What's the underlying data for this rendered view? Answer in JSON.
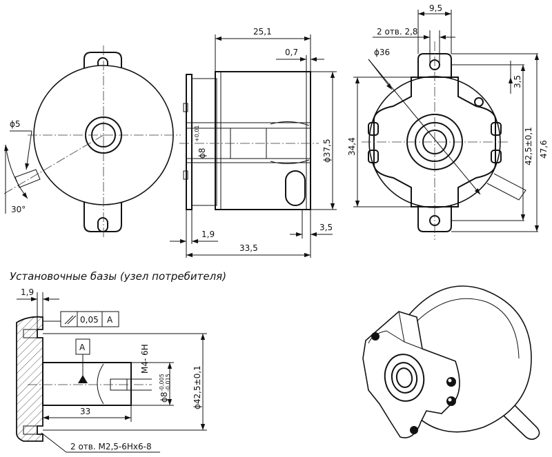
{
  "front_view": {
    "dim_hole": "ϕ5",
    "dim_angle": "30°"
  },
  "side_view": {
    "dim_length_top": "25,1",
    "dim_flange": "0,7",
    "dim_bore": "ϕ8",
    "dim_bore_tol": "+0,01",
    "dim_body_dia": "ϕ37,5",
    "dim_left_step": "1,9",
    "dim_right_step": "3,5",
    "dim_total_length": "33,5"
  },
  "rear_view": {
    "dim_width": "9,5",
    "dim_holes": "2 отв. 2,8",
    "dim_circle": "ϕ36",
    "dim_ear": "3,5",
    "dim_height_inner": "34,4",
    "dim_hole_spacing": "42,5±0,1",
    "dim_height_total": "47,6"
  },
  "mounting": {
    "title": "Установочные базы (узел потребителя)",
    "dim_top": "1,9",
    "tolerance_value": "0,05",
    "datum": "A",
    "datum_label": "A",
    "dim_thread": "М4- 6Н",
    "dim_shaft": "ϕ8",
    "dim_shaft_tol_upper": "-0,005",
    "dim_shaft_tol_lower": "-0,015",
    "dim_pcd": "ϕ42,5±0,1",
    "dim_shaft_len": "33",
    "dim_holes_note": "2 отв. М2,5-6Нх6-8"
  }
}
